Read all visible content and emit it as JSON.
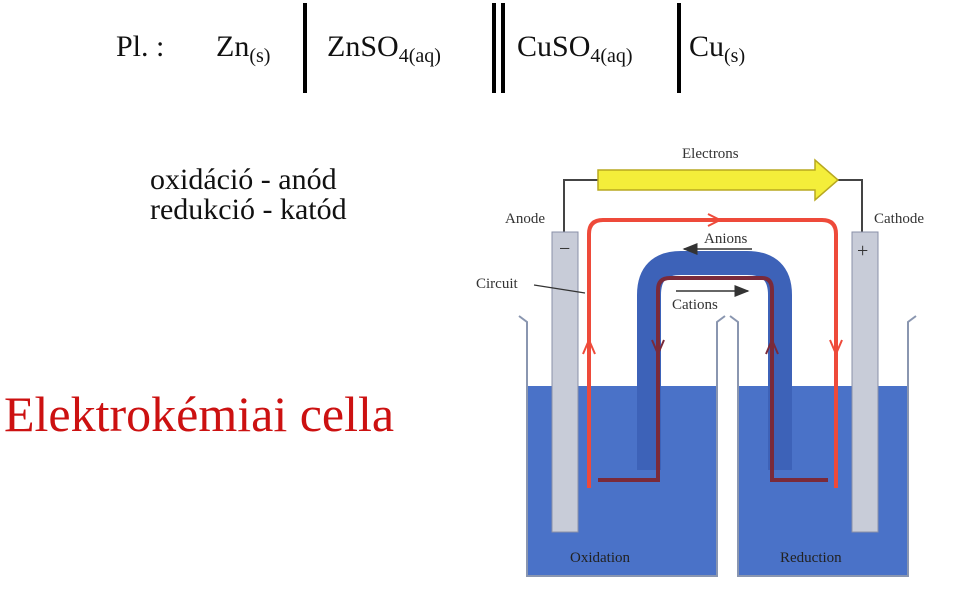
{
  "notation": {
    "prefix": "Pl. :",
    "anode_metal": "Zn",
    "anode_state": "(s)",
    "anode_solution": "ZnSO",
    "anode_solution_sub": "4(aq)",
    "cathode_solution": "CuSO",
    "cathode_solution_sub": "4(aq)",
    "cathode_metal": "Cu",
    "cathode_state": "(s)"
  },
  "notes": {
    "line1": "oxidáció - anód",
    "line2": "redukció - katód"
  },
  "title": "Elektrokémiai cella",
  "diagram": {
    "electrons": "Electrons",
    "anode": "Anode",
    "cathode": "Cathode",
    "anions": "Anions",
    "cations": "Cations",
    "circuit": "Circuit",
    "oxidation": "Oxidation",
    "reduction": "Reduction",
    "minus": "−",
    "plus": "+"
  },
  "colors": {
    "title": "#cc1111",
    "solution": "#4a72c8",
    "salt_bridge": "#3d62b8",
    "circuit_red": "#ee4a3a",
    "circuit_dark": "#7a2a3a",
    "electron_arrow": "#f4ee3a",
    "electrode": "#c8ccd8"
  }
}
